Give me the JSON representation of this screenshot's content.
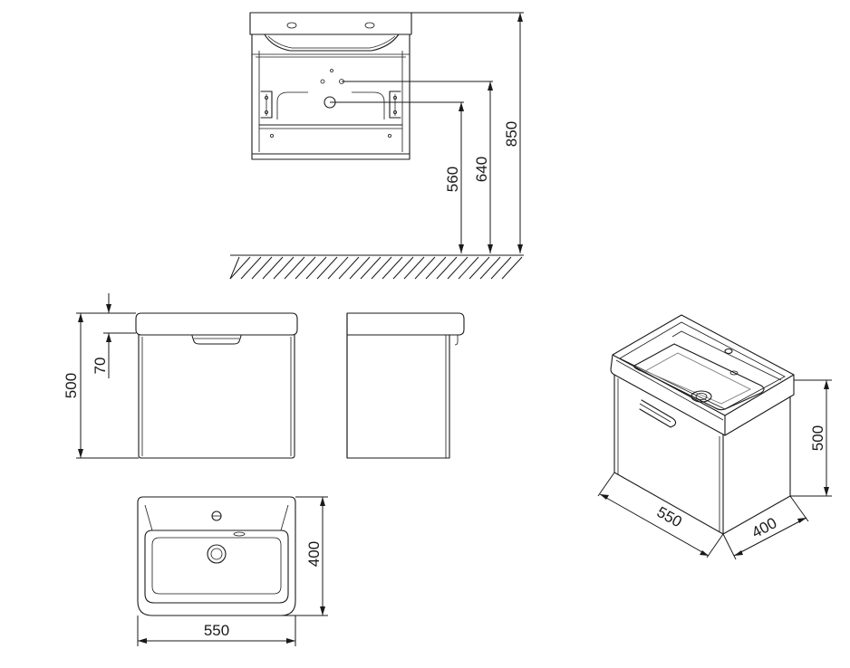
{
  "dimensions": {
    "height_total": "850",
    "height_mid": "640",
    "height_low": "560",
    "unit_height": "500",
    "top_thickness": "70",
    "width": "550",
    "depth": "400"
  },
  "colors": {
    "line": "#1a1a1a",
    "grey": "#7a7a7a",
    "background": "#ffffff"
  }
}
